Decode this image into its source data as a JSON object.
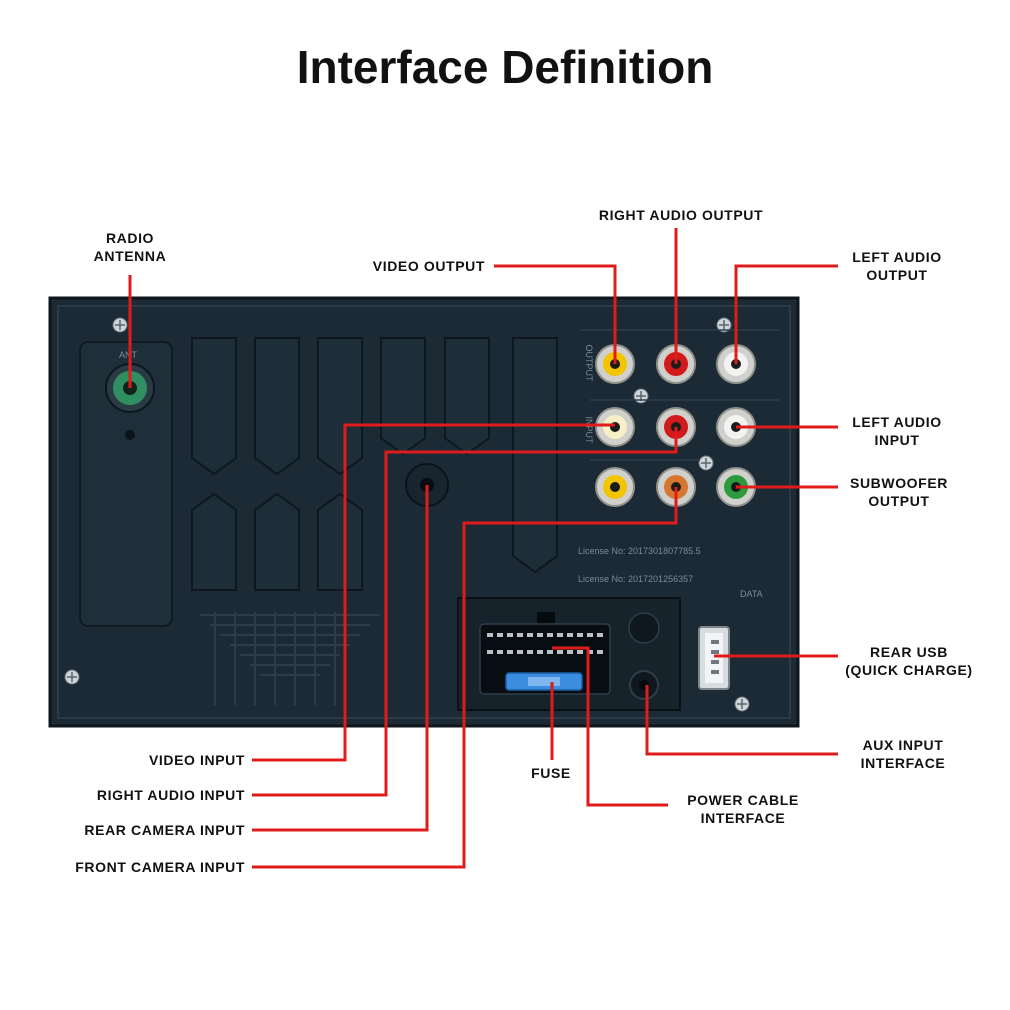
{
  "title": "Interface Definition",
  "colors": {
    "background": "#ffffff",
    "panel": "#1b2a34",
    "leader": "#e01b1b",
    "label": "#111111",
    "rca_yellow": "#f2c500",
    "rca_red": "#d11a1a",
    "rca_white": "#f3f3f3",
    "rca_green": "#2e9a3e",
    "rca_orange": "#d7772f",
    "fuse": "#3b8de0"
  },
  "labels": {
    "radio_antenna": [
      "RADIO",
      "ANTENNA"
    ],
    "video_output": "VIDEO  OUTPUT",
    "right_audio_output": "RIGHT  AUDIO  OUTPUT",
    "left_audio_output": [
      "LEFT AUDIO",
      "OUTPUT"
    ],
    "left_audio_input": [
      "LEFT AUDIO",
      "INPUT"
    ],
    "subwoofer_output": [
      "SUBWOOFER",
      "OUTPUT"
    ],
    "rear_usb": [
      "REAR USB",
      "(QUICK CHARGE)"
    ],
    "aux_input": [
      "AUX INPUT",
      "INTERFACE"
    ],
    "power_cable": [
      "POWER CABLE",
      "INTERFACE"
    ],
    "fuse": "FUSE",
    "video_input": "VIDEO  INPUT",
    "right_audio_input": "RIGHT  AUDIO  INPUT",
    "rear_camera_input": "REAR  CAMERA  INPUT",
    "front_camera_input": "FRONT  CAMERA  INPUT"
  },
  "panel_marks": {
    "ant": "ANT",
    "data": "DATA",
    "output": "OUTPUT",
    "input": "INPUT",
    "license_1": "License No: 2017301807785.5",
    "license_2": "License No: 2017201256357"
  }
}
